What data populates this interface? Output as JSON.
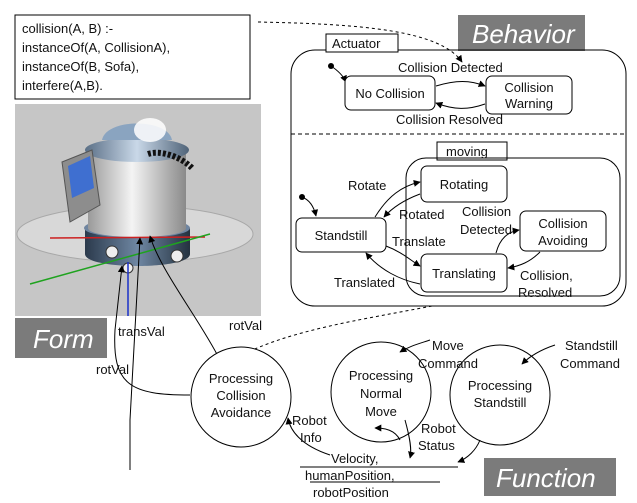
{
  "rule_lines": [
    "collision(A, B) :-",
    "instanceOf(A, CollisionA),",
    "instanceOf(B, Sofa),",
    "interfere(A,B)."
  ],
  "section_tags": {
    "behavior": "Behavior",
    "form": "Form",
    "function": "Function"
  },
  "behavior": {
    "actuator_title": "Actuator",
    "moving_title": "moving",
    "states": {
      "no_collision": "No Collision",
      "collision_warning": [
        "Collision",
        "Warning"
      ],
      "rotating": "Rotating",
      "standstill": "Standstill",
      "translating": "Translating",
      "collision_avoiding": [
        "Collision",
        "Avoiding"
      ]
    },
    "transitions": {
      "collision_detected": "Collision Detected",
      "collision_resolved": "Collision Resolved",
      "rotate": "Rotate",
      "rotated": "Rotated",
      "translate": "Translate",
      "translated": "Translated",
      "collision_detected_2": [
        "Collision",
        "Detected"
      ],
      "collision_resolved_2": [
        "Collision,",
        "Resolved"
      ]
    }
  },
  "form": {
    "trans_val": "transVal",
    "rot_val_1": "rotVal",
    "rot_val_2": "rotVal"
  },
  "function": {
    "processes": {
      "collision_avoidance": [
        "Processing",
        "Collision",
        "Avoidance"
      ],
      "normal_move": [
        "Processing",
        "Normal",
        "Move"
      ],
      "standstill": [
        "Processing",
        "Standstill"
      ]
    },
    "labels": {
      "move_command": [
        "Move",
        "Command"
      ],
      "standstill_command": [
        "Standstill",
        "Command"
      ],
      "robot_info": [
        "Robot",
        "Info"
      ],
      "robot_status": [
        "Robot",
        "Status"
      ],
      "data_store": [
        "Velocity,",
        "humanPosition,",
        "robotPosition"
      ]
    }
  },
  "colors": {
    "tag_background": "#7b7b7b",
    "render_background": "#c6c6c6",
    "stroke": "#000000"
  }
}
